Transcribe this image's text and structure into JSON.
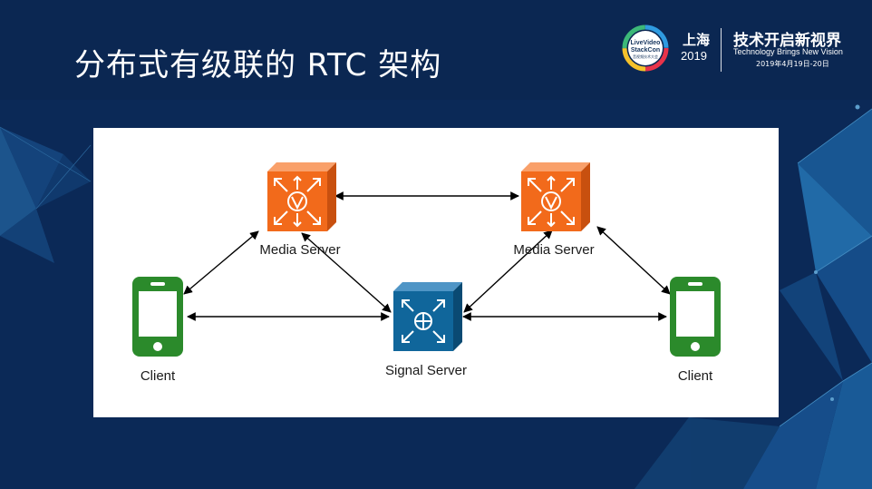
{
  "slide": {
    "title": "分布式有级联的 RTC 架构"
  },
  "event_logo": {
    "ring_text_line1": "LiveVideo",
    "ring_text_line2": "StackCon",
    "ring_text_line3": "音视频技术大会",
    "city": "上海",
    "year": "2019",
    "slogan_cn": "技术开启新视界",
    "slogan_en": "Technology Brings New Vision",
    "date": "2019年4月19日-20日"
  },
  "diagram": {
    "nodes": {
      "media_server_left": "Media Server",
      "media_server_right": "Media Server",
      "signal_server": "Signal Server",
      "client_left": "Client",
      "client_right": "Client"
    },
    "colors": {
      "media_server": "#f26a1b",
      "signal_server": "#10669b",
      "client": "#2b8a2b",
      "arrow": "#000000"
    }
  }
}
